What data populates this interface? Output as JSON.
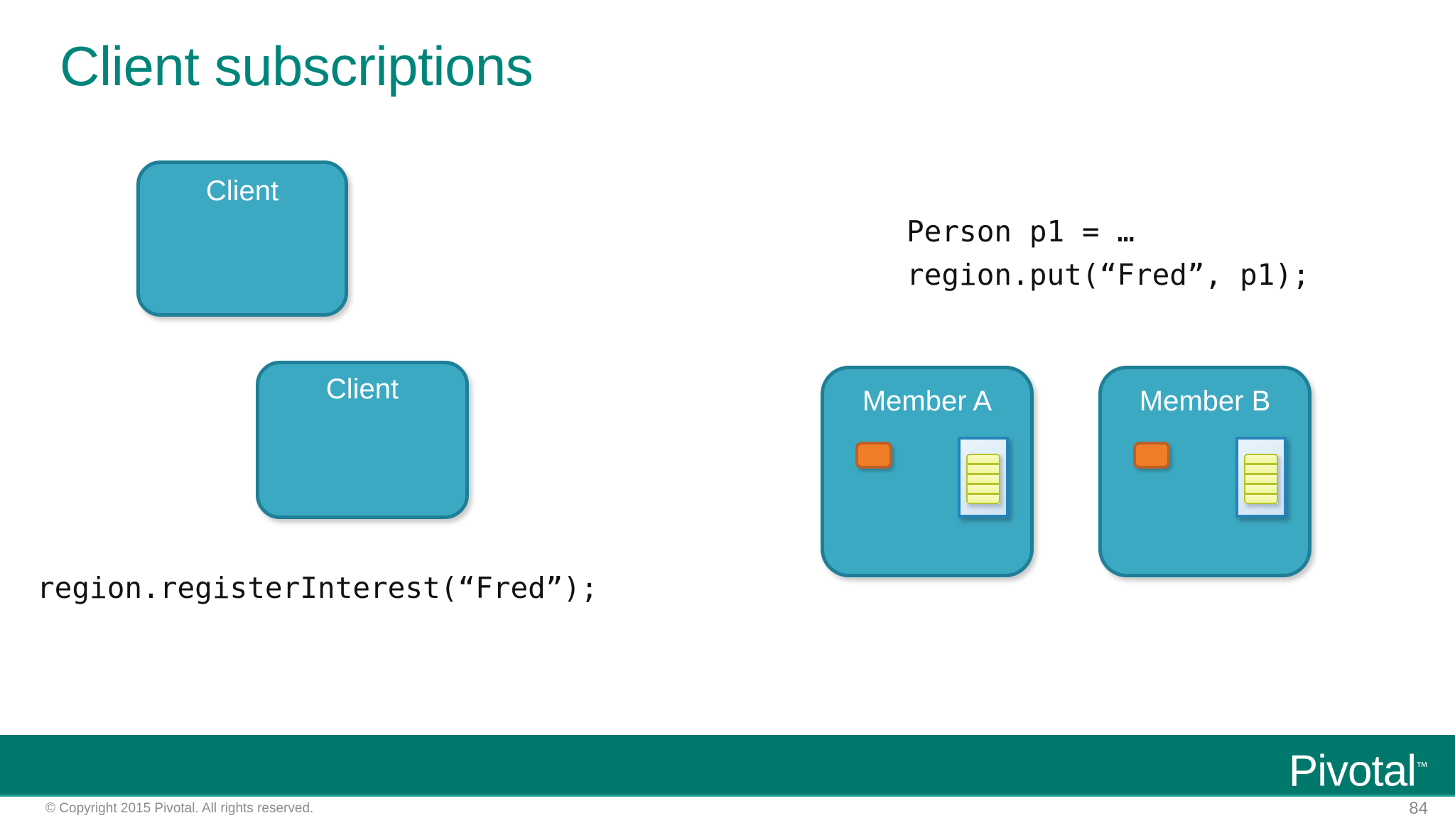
{
  "slide": {
    "title": "Client subscriptions",
    "page_number": "84"
  },
  "colors": {
    "title_teal": "#00857A",
    "node_fill": "#3CA9C2",
    "node_border": "#1E7F96",
    "footer_band": "#00786B",
    "footer_rule": "#21A195",
    "orange_chip": "#F07E28",
    "orange_chip_border": "#BD5F28",
    "region_panel_border": "#2583BC",
    "region_row_fill": "#F2F8AE",
    "region_row_border": "#B8C22A",
    "code_text": "#111111",
    "footer_text": "#8B8B8B"
  },
  "diagram": {
    "clients": [
      {
        "label": "Client"
      },
      {
        "label": "Client"
      }
    ],
    "members": [
      {
        "label": "Member A",
        "chip": "orange-chip",
        "region_rows": 5
      },
      {
        "label": "Member B",
        "chip": "orange-chip",
        "region_rows": 5
      }
    ]
  },
  "code": {
    "server_side": "Person p1 = …\nregion.put(“Fred”, p1);",
    "client_side": "region.registerInterest(“Fred”);"
  },
  "footer": {
    "brand": "Pivotal",
    "brand_tm": "™",
    "copyright": "© Copyright 2015 Pivotal. All rights reserved."
  }
}
